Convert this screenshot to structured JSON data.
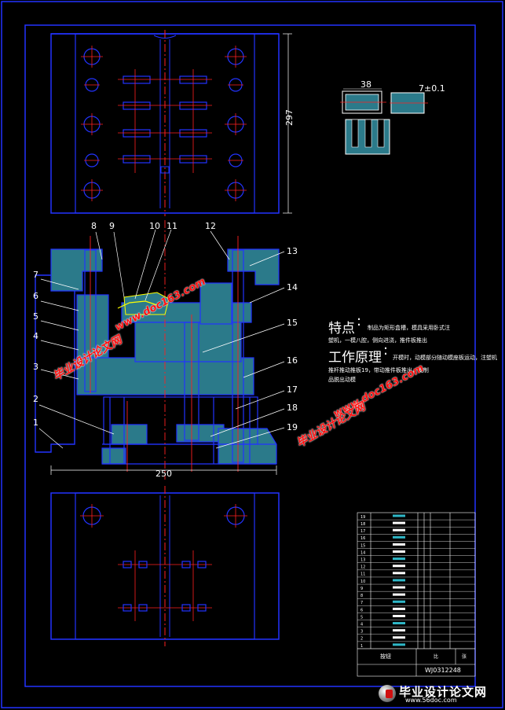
{
  "colors": {
    "background": "#000000",
    "outline": "#2233ff",
    "centerline": "#ff2020",
    "section_fill": "#2b7a8a",
    "highlight": "#ffff00",
    "text": "#ffffff",
    "watermark": "#ff1010"
  },
  "callouts": [
    "1",
    "2",
    "3",
    "4",
    "5",
    "6",
    "7",
    "8",
    "9",
    "10",
    "11",
    "12",
    "13",
    "14",
    "15",
    "16",
    "17",
    "18",
    "19"
  ],
  "dimensions": {
    "width": "250",
    "height": "297",
    "detail_top": "38",
    "detail_right": "7±0.1"
  },
  "features": {
    "heading": "特点",
    "line1": "制品为矩形盒槽，模具采用卧式注",
    "line2": "塑机，一模八腔，侧向进浇，推件板推出"
  },
  "principle": {
    "heading": "工作原理",
    "line1": "开模时，动模部分随动模座板运动，注塑机",
    "line2": "推杆推动推板19，带动推件板推出，使制",
    "line3": "品脱出动模"
  },
  "watermarks": {
    "brand_cn": "毕业设计论文网",
    "url": "www.doc163.com"
  },
  "title_block": {
    "part_name": "按钮",
    "drawing_no": "WJ0312248",
    "scale_label": "比",
    "sheet_label": "张",
    "parts_rows": [
      "19",
      "18",
      "17",
      "16",
      "15",
      "14",
      "13",
      "12",
      "11",
      "10",
      "9",
      "8",
      "7",
      "6",
      "5",
      "4",
      "3",
      "2",
      "1"
    ]
  },
  "footer_logo": {
    "brand": "毕业设计论文网",
    "url": "www.56doc.com"
  }
}
